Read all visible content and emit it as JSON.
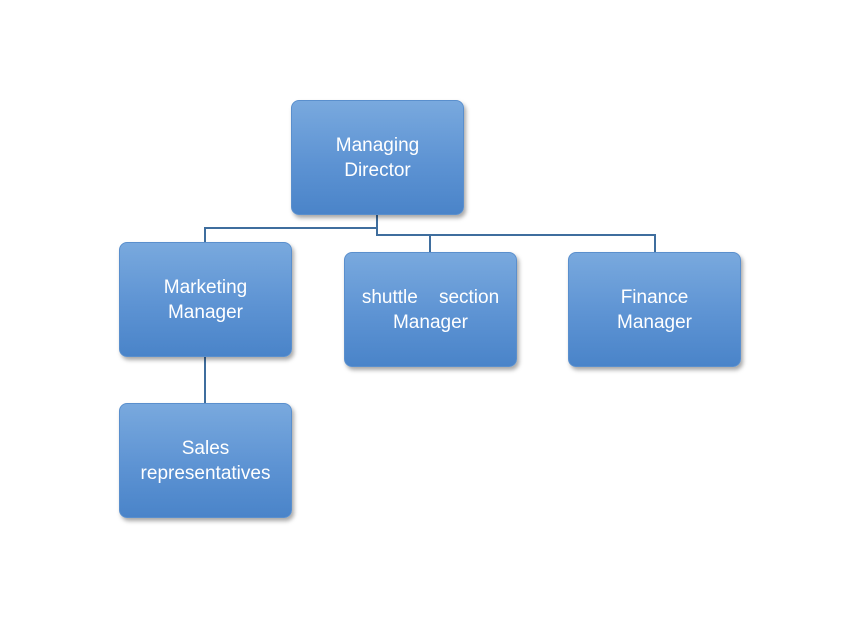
{
  "org_chart": {
    "nodes": {
      "managing_director": "Managing\nDirector",
      "marketing_manager": "Marketing\nManager",
      "shuttle_section_manager": "shuttle    section\nManager",
      "finance_manager": "Finance\nManager",
      "sales_representatives": "Sales\nrepresentatives"
    },
    "relations": [
      {
        "parent": "managing_director",
        "child": "marketing_manager"
      },
      {
        "parent": "managing_director",
        "child": "shuttle_section_manager"
      },
      {
        "parent": "managing_director",
        "child": "finance_manager"
      },
      {
        "parent": "marketing_manager",
        "child": "sales_representatives"
      }
    ]
  },
  "colors": {
    "box_fill_top": "#79a9de",
    "box_fill_bottom": "#4a84c9",
    "box_text": "#ffffff",
    "connector": "#3f6e9e",
    "background": "#ffffff"
  }
}
